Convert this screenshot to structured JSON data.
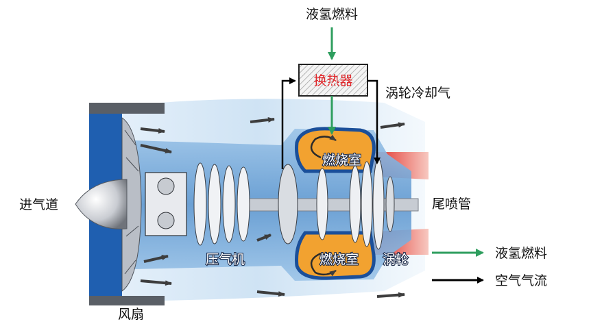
{
  "labels": {
    "top_fuel": "液氢燃料",
    "heat_exchanger": "换热器",
    "turbine_cooling_air": "涡轮冷却气",
    "combustor_upper": "燃烧室",
    "combustor_lower": "燃烧室",
    "compressor": "压气机",
    "turbine": "涡轮",
    "nozzle": "尾喷管",
    "inlet": "进气道",
    "fan": "风扇"
  },
  "legend": {
    "items": [
      {
        "label": "液氢燃料",
        "color": "#2e9e5e",
        "icon": "green-arrow-icon"
      },
      {
        "label": "空气气流",
        "color": "#000000",
        "icon": "black-arrow-icon"
      }
    ]
  },
  "colors": {
    "fuel_line": "#2e9e5e",
    "air_line": "#000000",
    "heat_exchanger_text": "#e0262a",
    "combustor_flame": "#f2a230",
    "exhaust": "#e0302a",
    "engine_blue": "#4a86c8",
    "engine_light": "#cfe3f4"
  }
}
